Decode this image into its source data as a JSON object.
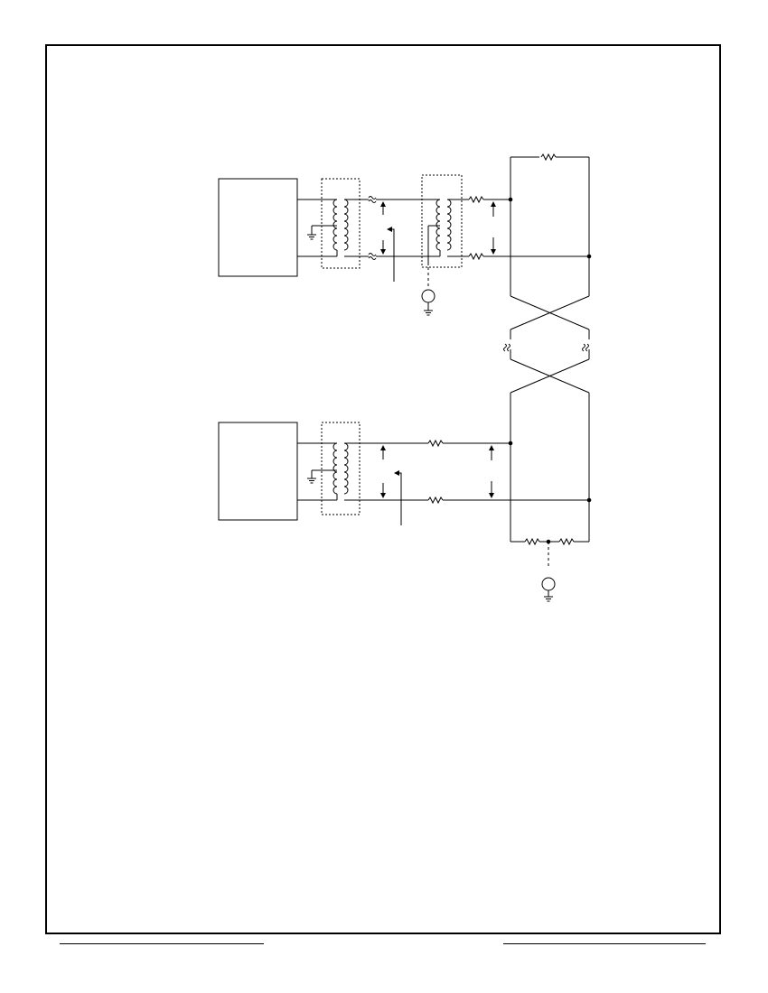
{
  "diagram": {
    "type": "circuit-schematic",
    "description_visible_text": [],
    "colors": {
      "ink": "#000000",
      "paper": "#ffffff"
    },
    "components": [
      "block",
      "transformer",
      "resistor",
      "ground-icon",
      "signal-source-icon",
      "shield-enclosure",
      "cable-break-symbol",
      "voltage-arrow",
      "current-arrow"
    ]
  }
}
